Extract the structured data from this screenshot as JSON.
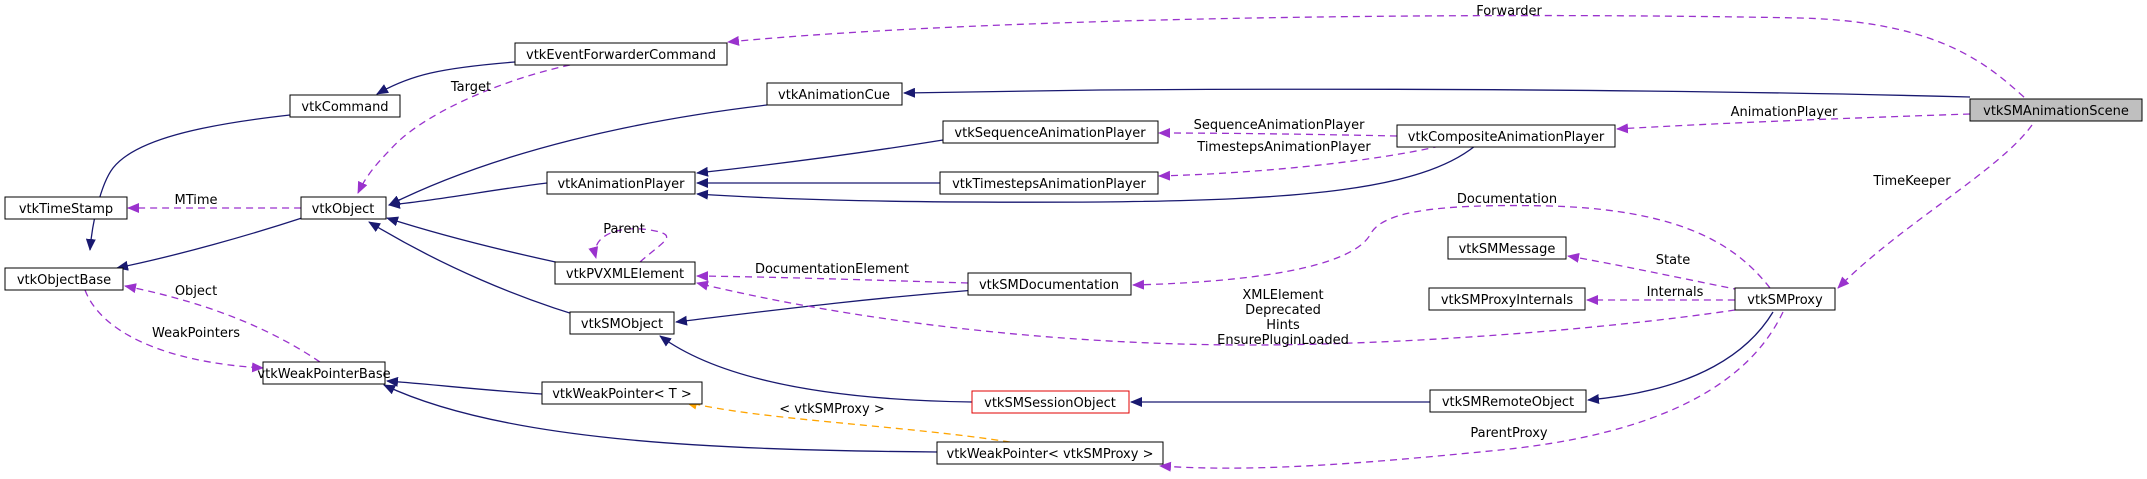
{
  "colors": {
    "inheritance": "#191970",
    "usage": "#9a32cd",
    "template": "#ffa500",
    "highlight_fill": "#bfbfbf",
    "red_border": "#e00000"
  },
  "nodes": {
    "vtkSMAnimationScene": "vtkSMAnimationScene",
    "vtkEventForwarderCommand": "vtkEventForwarderCommand",
    "vtkCommand": "vtkCommand",
    "vtkAnimationCue": "vtkAnimationCue",
    "vtkSequenceAnimationPlayer": "vtkSequenceAnimationPlayer",
    "vtkCompositeAnimationPlayer": "vtkCompositeAnimationPlayer",
    "vtkTimeStamp": "vtkTimeStamp",
    "vtkObject": "vtkObject",
    "vtkAnimationPlayer": "vtkAnimationPlayer",
    "vtkTimestepsAnimationPlayer": "vtkTimestepsAnimationPlayer",
    "vtkObjectBase": "vtkObjectBase",
    "vtkPVXMLElement": "vtkPVXMLElement",
    "vtkSMDocumentation": "vtkSMDocumentation",
    "vtkSMMessage": "vtkSMMessage",
    "vtkSMProxyInternals": "vtkSMProxyInternals",
    "vtkSMProxy": "vtkSMProxy",
    "vtkSMObject": "vtkSMObject",
    "vtkWeakPointerBase": "vtkWeakPointerBase",
    "vtkWeakPointerT": "vtkWeakPointer< T >",
    "vtkSMSessionObject": "vtkSMSessionObject",
    "vtkSMRemoteObject": "vtkSMRemoteObject",
    "vtkWeakPointerSMProxy": "vtkWeakPointer< vtkSMProxy >"
  },
  "labels": {
    "forwarder": "Forwarder",
    "target": "Target",
    "sequenceAnimationPlayer": "SequenceAnimationPlayer",
    "timestepsAnimationPlayer": "TimestepsAnimationPlayer",
    "animationPlayer": "AnimationPlayer",
    "timeKeeper": "TimeKeeper",
    "mtime": "MTime",
    "parent": "Parent",
    "documentation": "Documentation",
    "documentationElement": "DocumentationElement",
    "state": "State",
    "internals": "Internals",
    "xmlElement": "XMLElement",
    "deprecated": "Deprecated",
    "hints": "Hints",
    "ensurePluginLoaded": "EnsurePluginLoaded",
    "object": "Object",
    "weakPointers": "WeakPointers",
    "vtkSMProxyTemplate": "< vtkSMProxy >",
    "parentProxy": "ParentProxy"
  }
}
